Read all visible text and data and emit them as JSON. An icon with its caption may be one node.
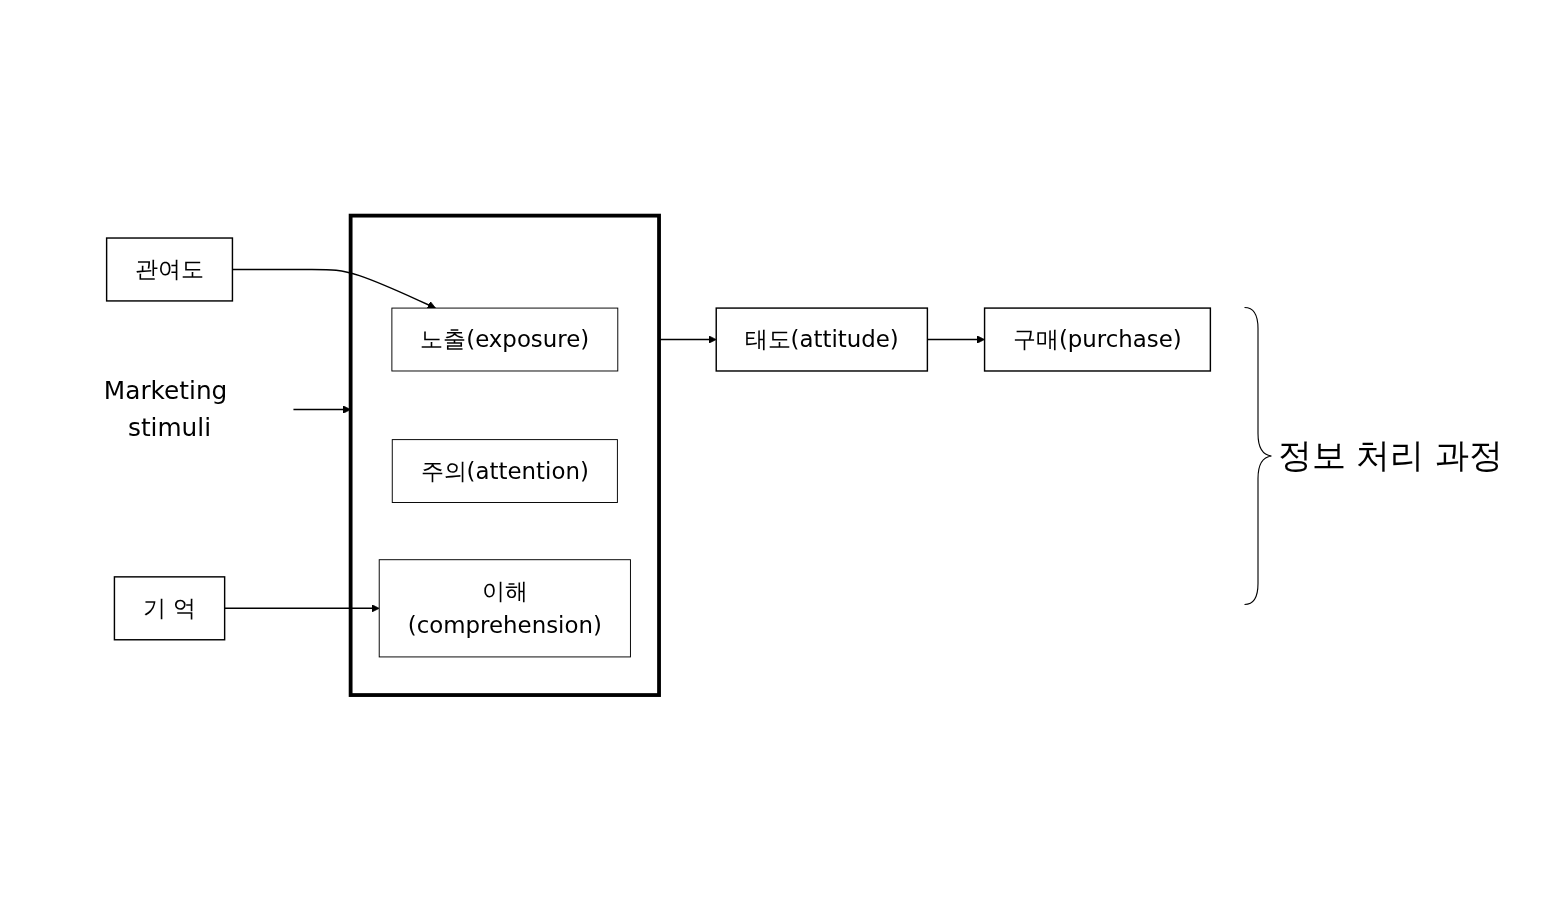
{
  "diagram": {
    "nodes": [
      {
        "text": [
          "Marketing stimuli"
        ]
      },
      {
        "text": [
          "관여도"
        ]
      },
      {
        "text": [
          "기 억"
        ]
      },
      {
        "text": [],
        "shape": "box"
      },
      {
        "text": [
          "노출(exposure)"
        ],
        "in": 3
      },
      {
        "text": [
          "주의(attention)"
        ],
        "in": 3
      },
      {
        "text": [
          "이해(comprehension)"
        ],
        "in": 3
      },
      {
        "text": [
          "태도(attitude)"
        ]
      },
      {
        "text": [
          "구매(purchase)"
        ]
      }
    ],
    "edges": [
      {
        "from": 0,
        "to": 3,
        "arrow": "to"
      },
      {
        "from": 1,
        "to": 4,
        "arrow": "to"
      },
      {
        "from": 2,
        "to": 6,
        "arrow": "to"
      },
      {
        "from": 3,
        "to": 7,
        "arrow": "to"
      },
      {
        "from": 7,
        "to": 8,
        "arrow": "to"
      }
    ],
    "labels": [
      "정보 처리 과정"
    ]
  }
}
